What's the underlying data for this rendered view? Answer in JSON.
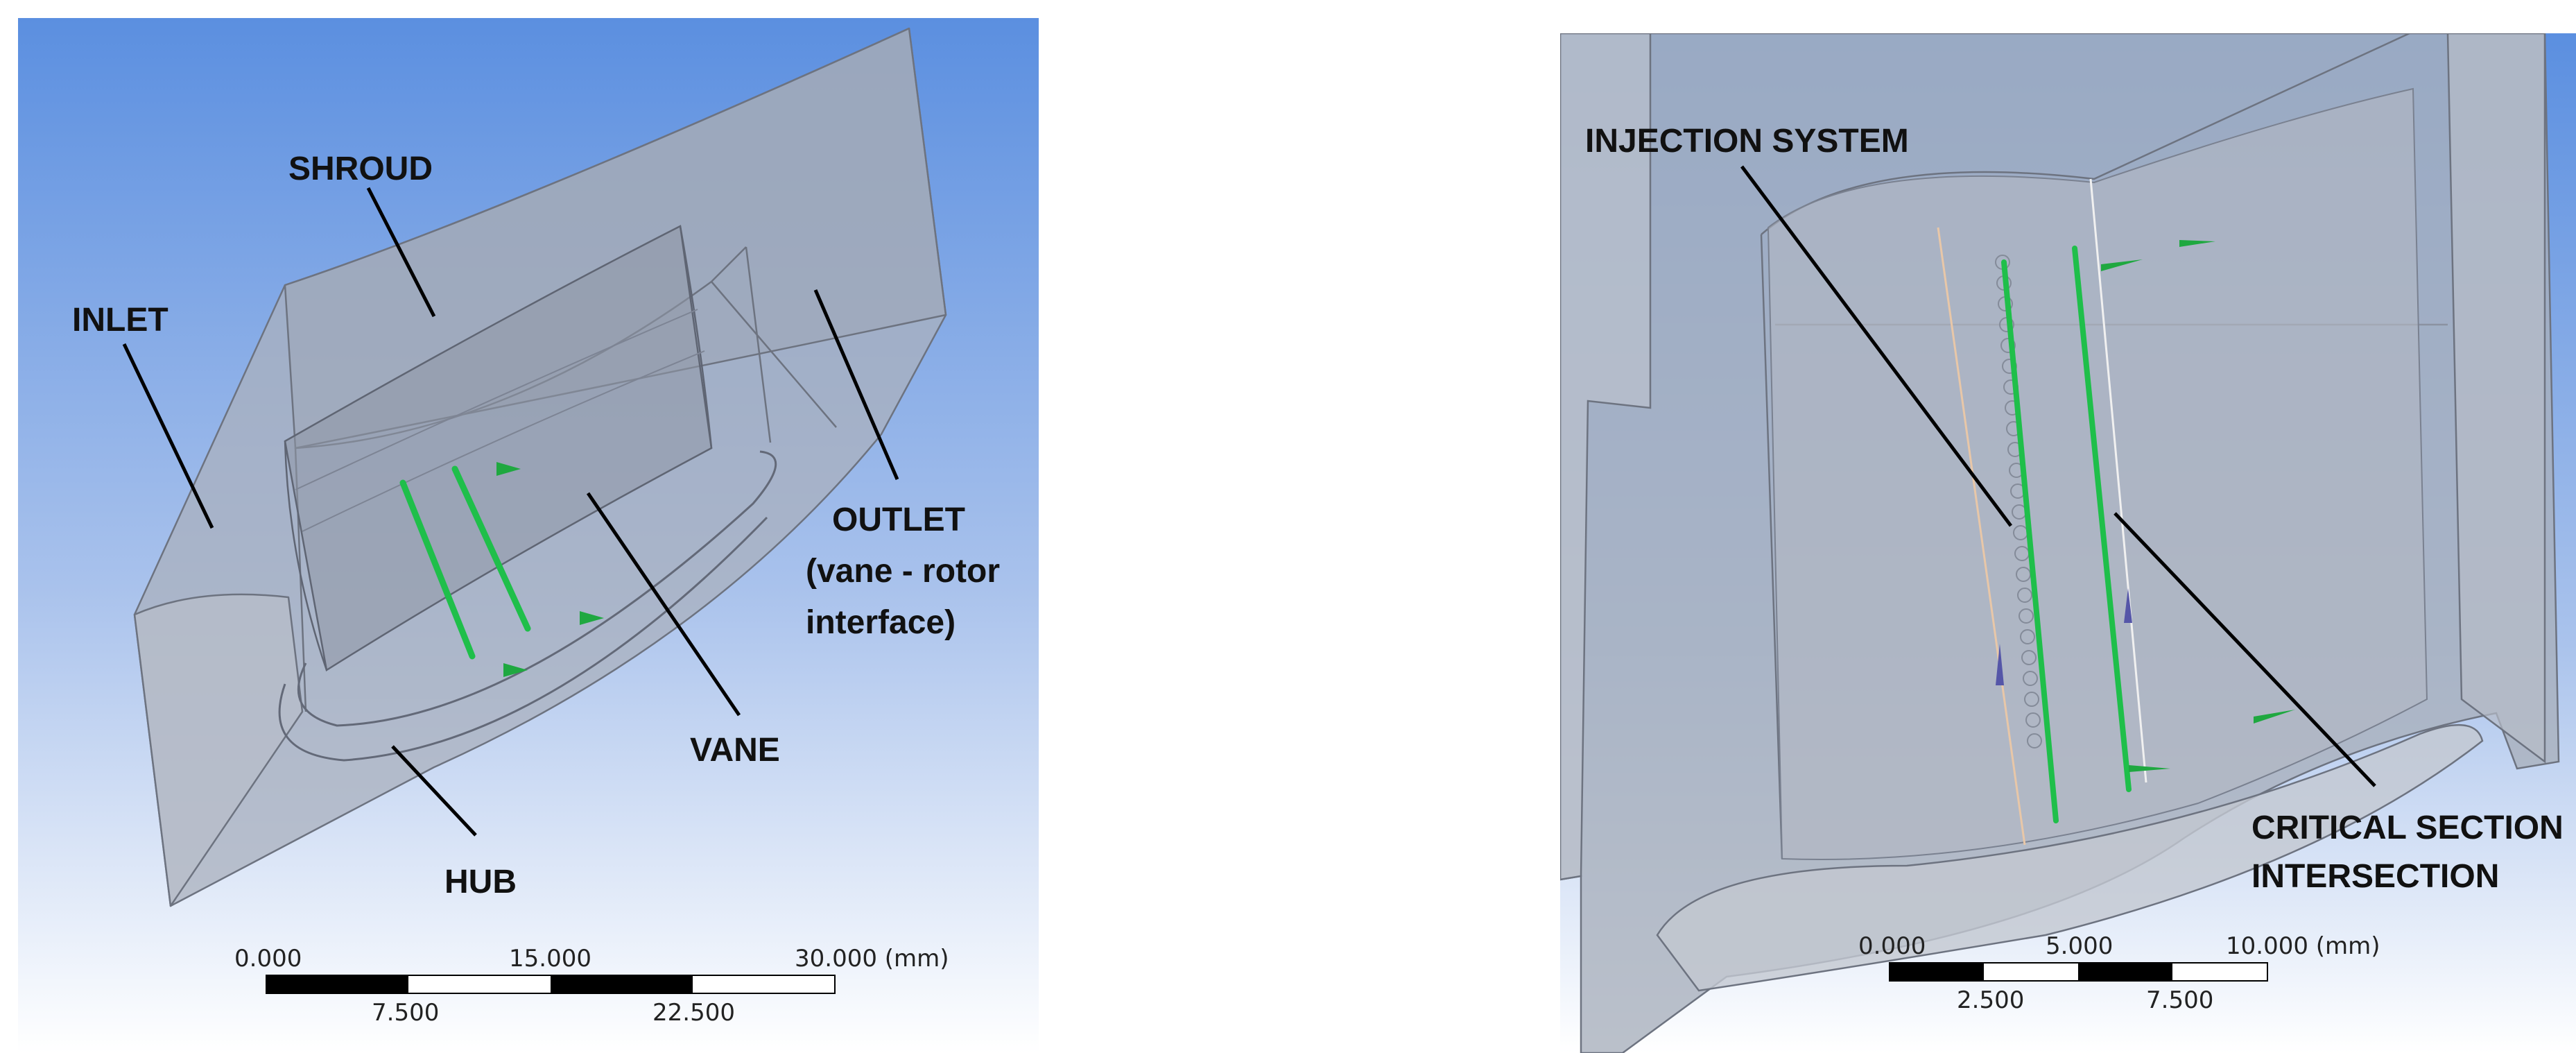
{
  "left_view": {
    "labels": {
      "shroud": "SHROUD",
      "inlet": "INLET",
      "outlet_line1": "OUTLET",
      "outlet_line2": "(vane - rotor",
      "outlet_line3": "interface)",
      "vane": "VANE",
      "hub": "HUB"
    },
    "scale_bar": {
      "top_ticks": [
        "0.000",
        "15.000",
        "30.000 (mm)"
      ],
      "bottom_ticks": [
        "7.500",
        "22.500"
      ]
    }
  },
  "right_view": {
    "labels": {
      "injection_system": "INJECTION SYSTEM",
      "critical_line1": "CRITICAL SECTION",
      "critical_line2": "INTERSECTION"
    },
    "scale_bar": {
      "top_ticks": [
        "0.000",
        "5.000",
        "10.000 (mm)"
      ],
      "bottom_ticks": [
        "2.500",
        "7.500"
      ]
    }
  },
  "colors": {
    "background_top": "#5b8fe0",
    "background_bottom": "#ffffff",
    "geometry_fill": "#a9b0bd",
    "injection_line": "#1fbf4a",
    "arrow_blue": "#5556a8"
  }
}
